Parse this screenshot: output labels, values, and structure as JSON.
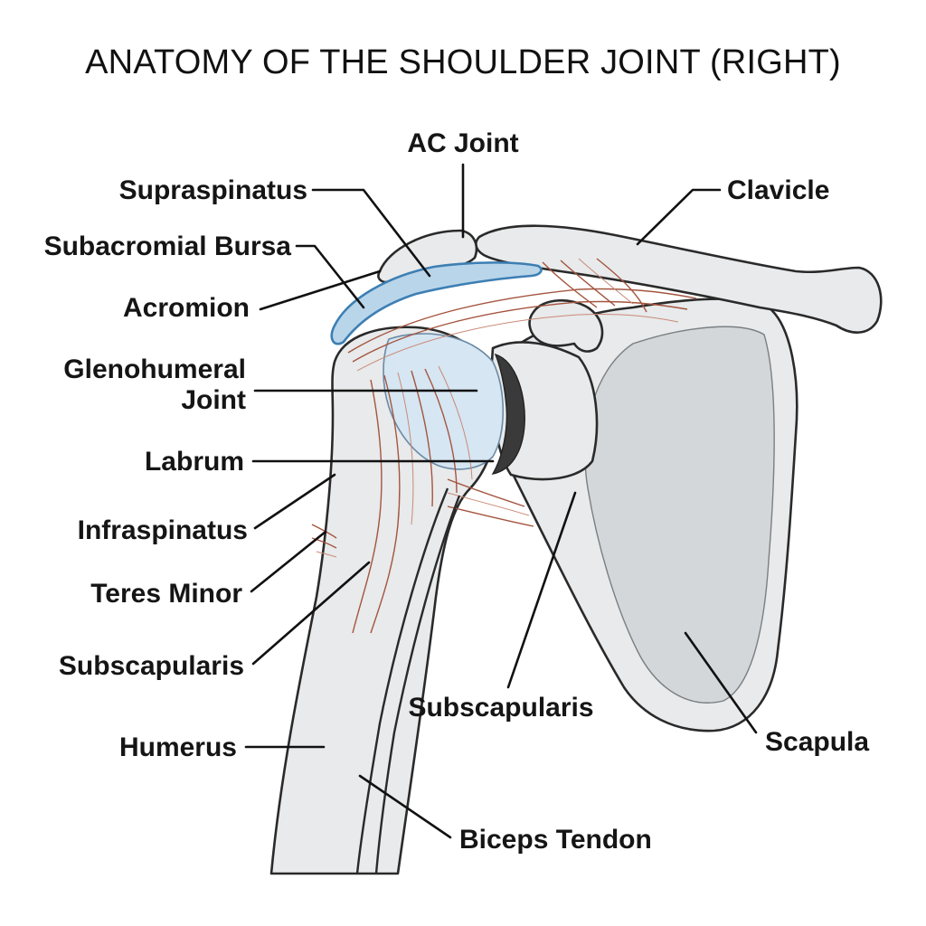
{
  "title": "ANATOMY OF THE SHOULDER JOINT (RIGHT)",
  "labels": {
    "ac_joint": "AC Joint",
    "supraspinatus": "Supraspinatus",
    "clavicle": "Clavicle",
    "subacromial_bursa": "Subacromial Bursa",
    "acromion": "Acromion",
    "glenohumeral_line1": "Glenohumeral",
    "glenohumeral_line2": "Joint",
    "labrum": "Labrum",
    "infraspinatus": "Infraspinatus",
    "teres_minor": "Teres Minor",
    "subscapularis_left": "Subscapularis",
    "subscapularis_center": "Subscapularis",
    "humerus": "Humerus",
    "scapula": "Scapula",
    "biceps_tendon": "Biceps Tendon"
  },
  "colors": {
    "bone": "#e8eaeb",
    "scapula_fossa": "#d3d7da",
    "muscle_fiber": "#a4553f",
    "bursa": "#b9d5ea",
    "bursa_outline": "#3d7fb3",
    "humeral_head": "#d6e6f2",
    "labrum": "#3a3a3a"
  }
}
